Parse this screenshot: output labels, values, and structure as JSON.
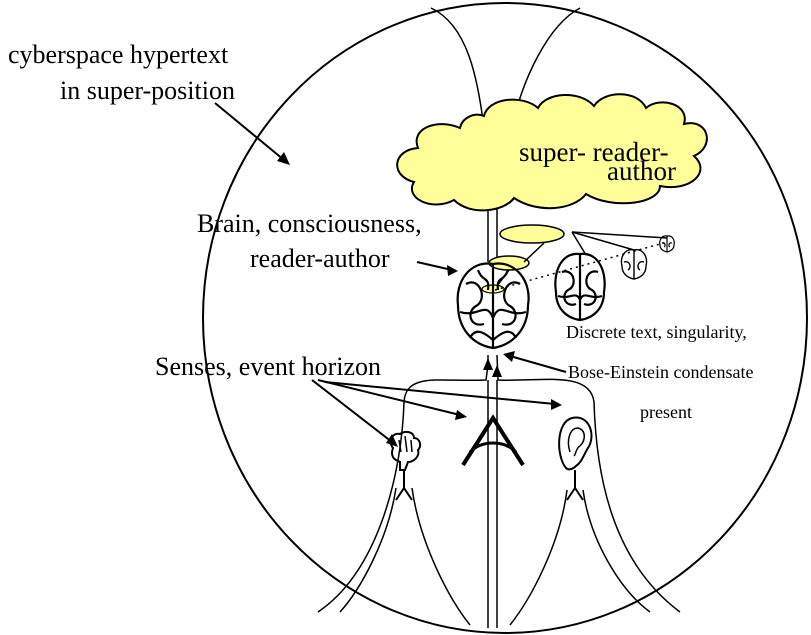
{
  "labels": {
    "cyberspace_line1": "cyberspace hypertext",
    "cyberspace_line2": "in super-position",
    "cloud_line1": "super- reader-",
    "cloud_line2": "author",
    "brain_line1": "Brain, consciousness,",
    "brain_line2": "reader-author",
    "senses": "Senses, event horizon",
    "discrete_line1": "Discrete text, singularity,",
    "discrete_line2": "Bose-Einstein condensate",
    "discrete_line3": "present"
  },
  "colors": {
    "highlight": "#ffff99",
    "ink": "#000000",
    "background": "#ffffff"
  },
  "icons": [
    "brain-icon",
    "hand-icon",
    "eye-icon",
    "ear-icon",
    "cloud-icon"
  ]
}
